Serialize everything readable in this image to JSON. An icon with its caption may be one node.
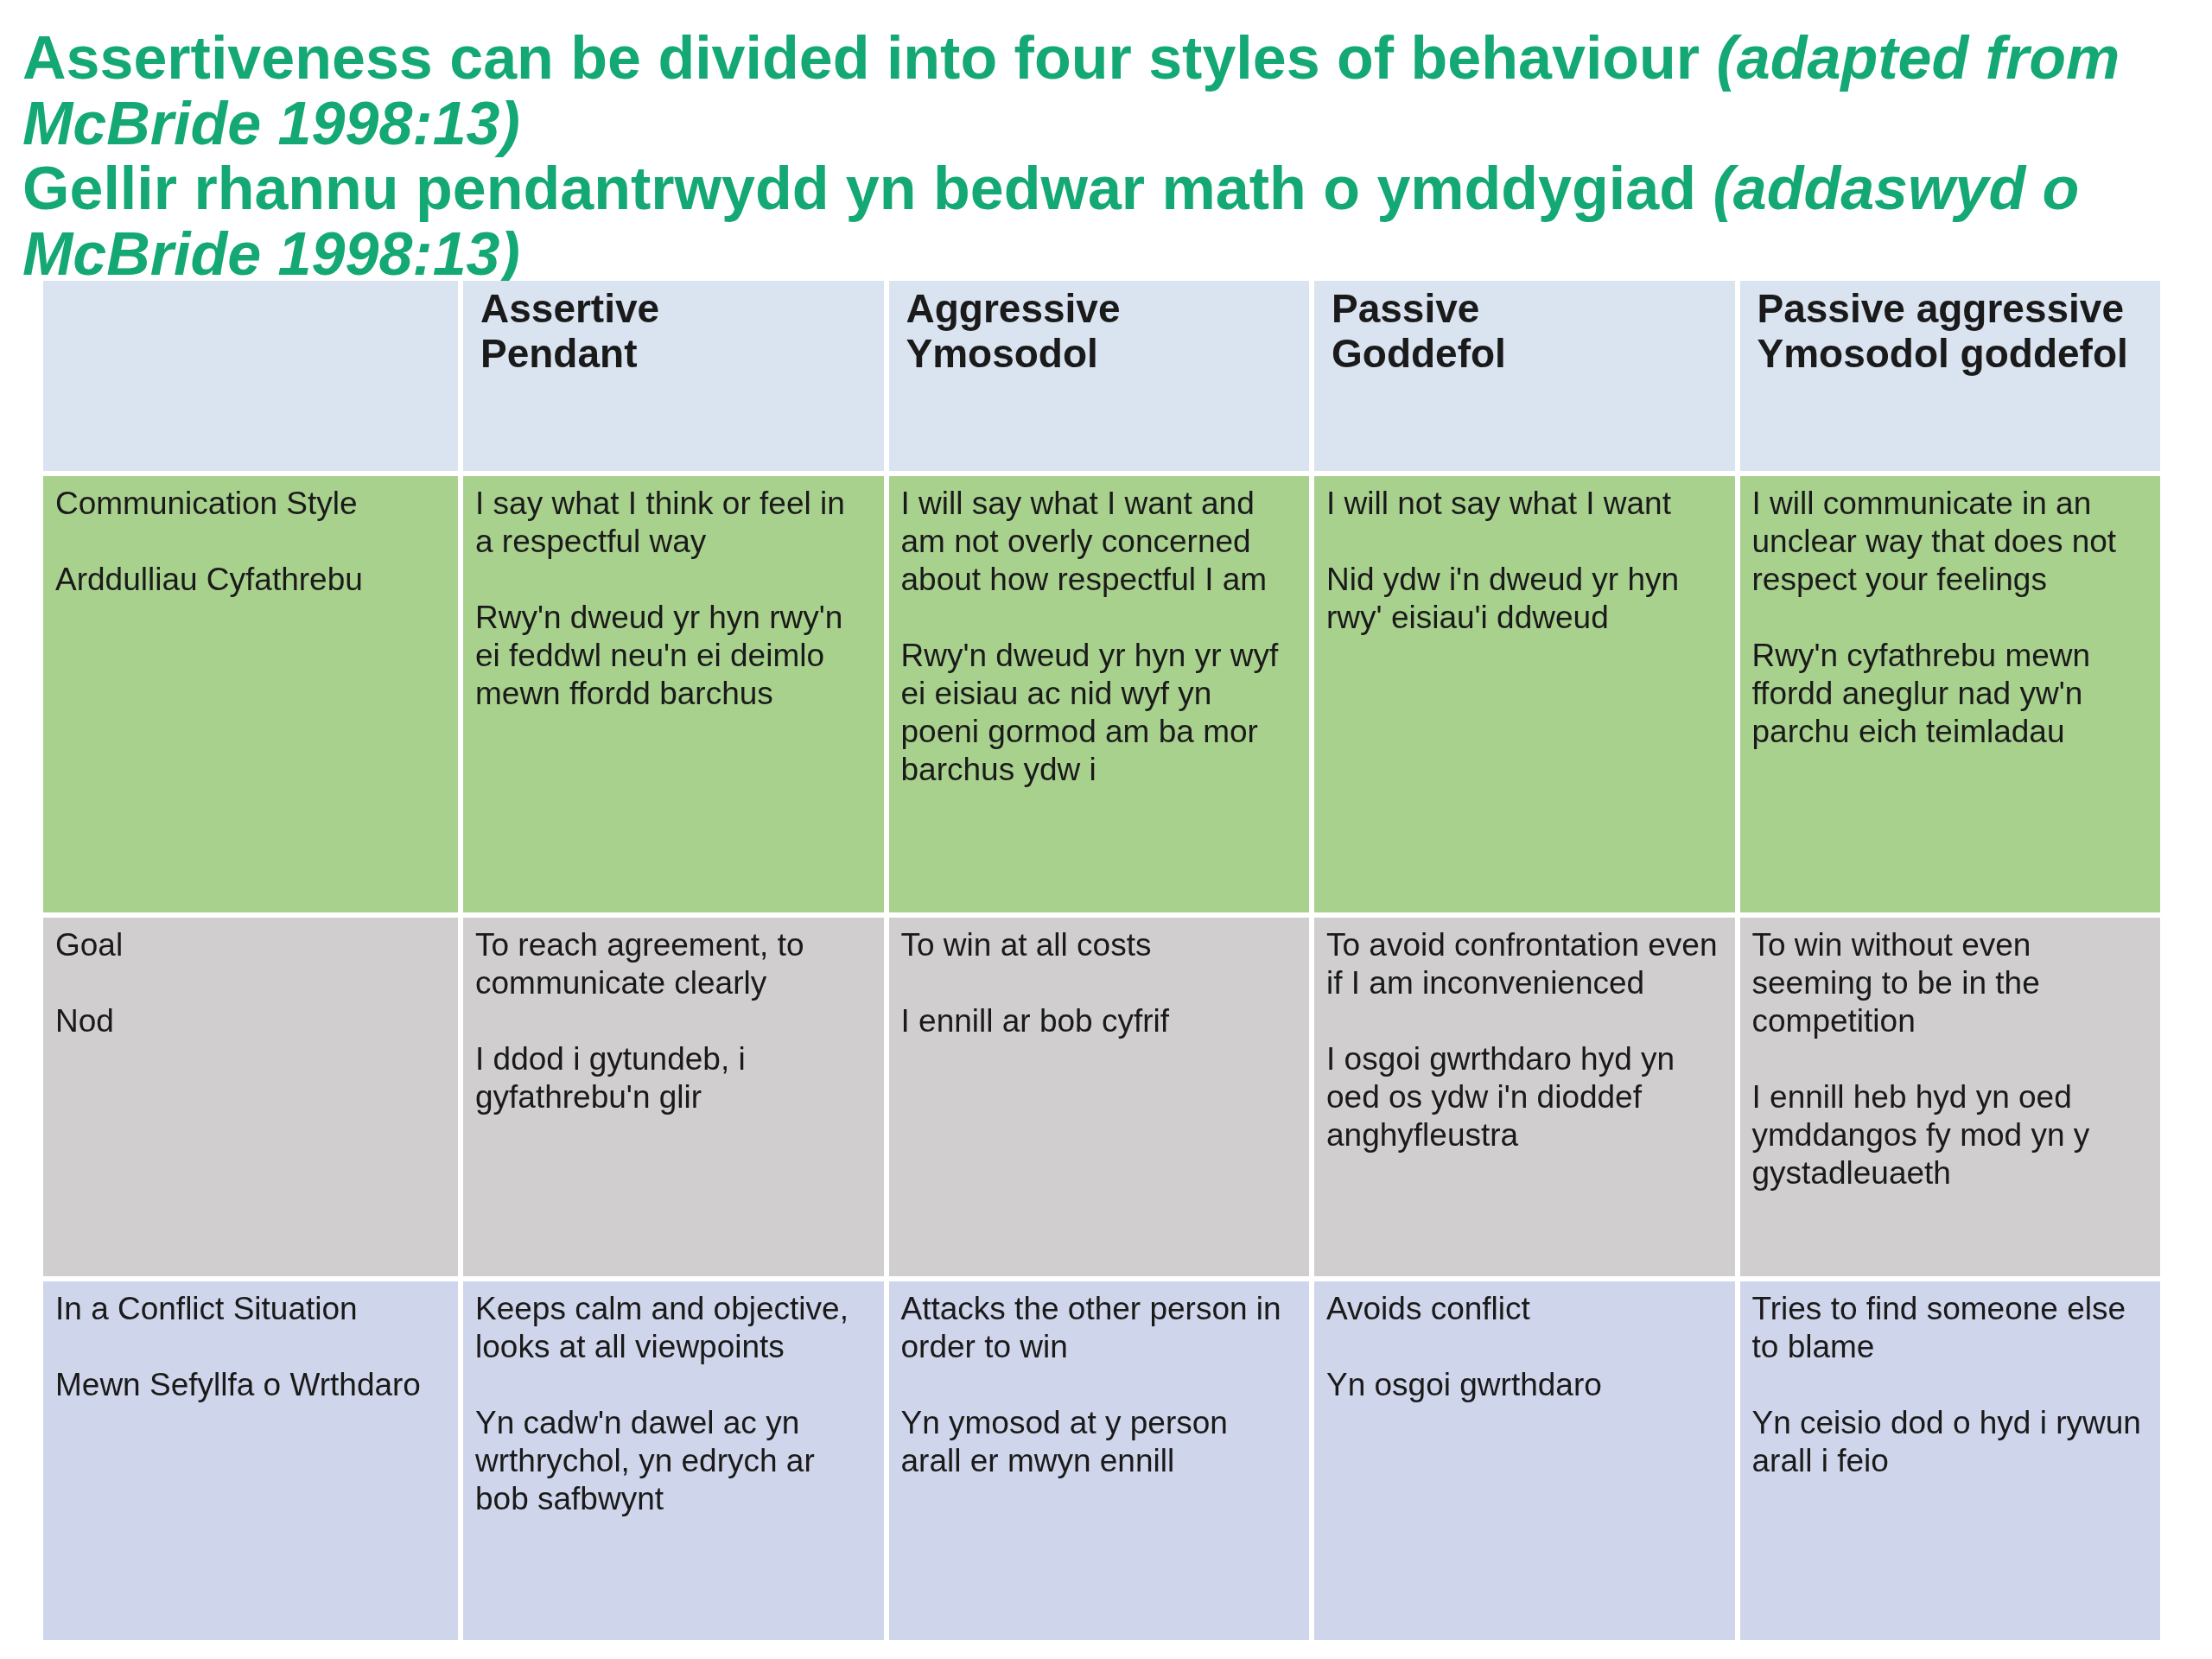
{
  "diagram": {
    "title": "Assertiveness can be divided into four styles of behaviour *(adapted from McBride 1998:13)*",
    "labels": [
      "Gellir rhannu pendantrwydd yn bedwar math o ymddygiad *(addaswyd o McBride 1998:13)*",
      "Assertive",
      "Pendant",
      "Aggressive",
      "Ymosodol",
      "Passive",
      "Goddefol",
      "Passive aggressive",
      "Ymosodol goddefol",
      "Communication Style",
      "Arddulliau Cyfathrebu",
      "I say what I think or feel in a respectful way",
      "Rwy'n dweud yr hyn rwy'n ei feddwl neu'n ei deimlo mewn ffordd barchus",
      "I will say what I want and am not overly concerned about how respectful I am",
      "Rwy'n dweud yr hyn yr wyf ei eisiau ac nid wyf yn poeni gormod am ba mor barchus ydw i",
      "I will not say what I want",
      "Nid ydw i'n dweud yr hyn rwy' eisiau'i ddweud",
      "I will communicate in an unclear way that does not respect your feelings",
      "Rwy'n cyfathrebu mewn ffordd aneglur nad yw'n parchu eich teimladau",
      "Goal",
      "Nod",
      "To reach agreement, to communicate clearly",
      "I ddod i gytundeb, i gyfathrebu'n glir",
      "To win at all costs",
      "I ennill ar bob cyfrif",
      "To avoid confrontation even if I am inconvenienced",
      "I osgoi gwrthdaro hyd yn oed os ydw i'n dioddef anghyfleustra",
      "To win without even seeming to be in the competition",
      "I ennill heb hyd yn oed ymddangos fy mod yn y gystadleuaeth",
      "In a Conflict Situation",
      "Mewn Sefyllfa o Wrthdaro",
      "Keeps calm and objective, looks at all viewpoints",
      "Yn cadw'n dawel ac yn wrthrychol, yn edrych ar bob safbwynt",
      "Attacks the other person in order to win",
      "Yn ymosod at y person arall er mwyn ennill",
      "Avoids conflict",
      "Yn osgoi gwrthdaro",
      "Tries to find someone else to blame",
      "Yn ceisio dod o hyd i rywun arall i feio"
    ]
  }
}
